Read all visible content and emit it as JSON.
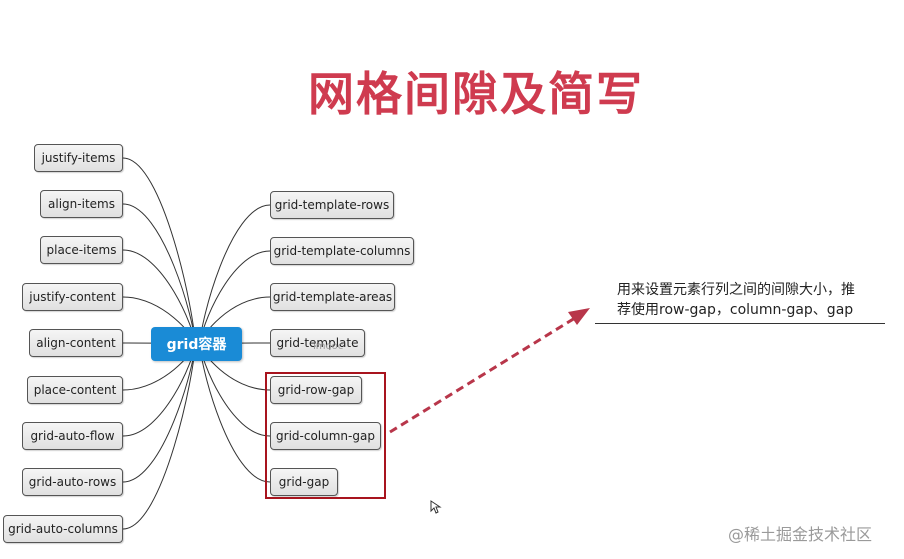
{
  "title": "网格间隙及简写",
  "center": "grid容器",
  "left_nodes": [
    "justify-items",
    "align-items",
    "place-items",
    "justify-content",
    "align-content",
    "place-content",
    "grid-auto-flow",
    "grid-auto-rows",
    "grid-auto-columns"
  ],
  "right_nodes": [
    "grid-template-rows",
    "grid-template-columns",
    "grid-template-areas",
    "grid-template",
    "grid-row-gap",
    "grid-column-gap",
    "grid-gap"
  ],
  "note": {
    "line1": "用来设置元素行列之间的间隙大小，推",
    "line2": "荐使用row-gap，column-gap、gap"
  },
  "watermark_small": "imooc",
  "watermark": "@稀土掘金技术社区",
  "colors": {
    "title": "#cf3b4f",
    "center": "#1a8bd6",
    "highlight": "#a8141e",
    "arrow": "#b8364a"
  }
}
